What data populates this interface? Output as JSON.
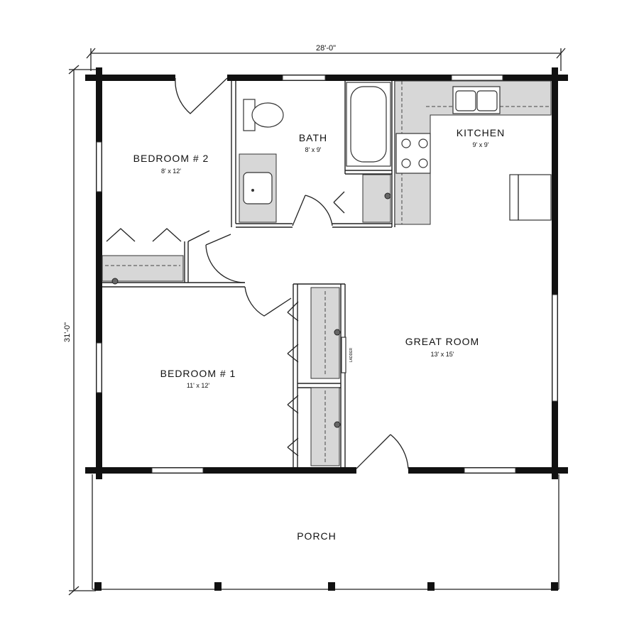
{
  "dimensions": {
    "width": "28'-0\"",
    "height": "31'-0\""
  },
  "rooms": {
    "bedroom2": {
      "name": "BEDROOM # 2",
      "size": "8' x 12'"
    },
    "bath": {
      "name": "BATH",
      "size": "8' x 9'"
    },
    "kitchen": {
      "name": "KITCHEN",
      "size": "9' x 9'"
    },
    "great_room": {
      "name": "GREAT ROOM",
      "size": "13' x 15'"
    },
    "bedroom1": {
      "name": "BEDROOM # 1",
      "size": "11' x 12'"
    },
    "porch": {
      "name": "PORCH"
    }
  },
  "labels": {
    "ladder": "LADDER"
  }
}
